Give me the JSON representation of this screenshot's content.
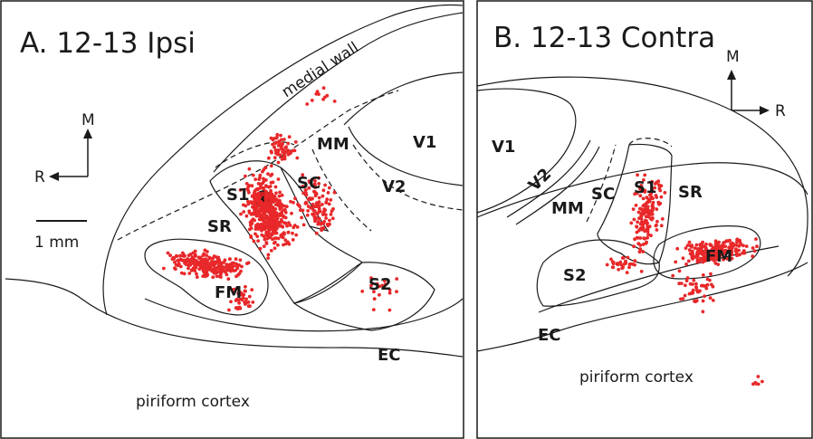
{
  "panel_a": {
    "title": "A. 12-13 Ipsi",
    "labels": {
      "medial_wall": "medial wall",
      "mm": "MM",
      "v1": "V1",
      "sc": "SC",
      "v2": "V2",
      "s1": "S1",
      "sr": "SR",
      "fm": "FM",
      "s2": "S2",
      "ec": "EC",
      "piriform": "piriform cortex"
    },
    "compass": {
      "m": "M",
      "r": "R"
    },
    "scale_bar": "1 mm"
  },
  "panel_b": {
    "title": "B. 12-13 Contra",
    "labels": {
      "v1": "V1",
      "v2": "V2",
      "mm": "MM",
      "sc": "SC",
      "s1": "S1",
      "sr": "SR",
      "fm": "FM",
      "s2": "S2",
      "ec": "EC",
      "piriform": "piriform cortex"
    },
    "compass": {
      "m": "M",
      "r": "R"
    }
  },
  "colors": {
    "cell_dots": "#e8282a",
    "injection_site": "#cc1f1f",
    "outlines": "#1a1a1a"
  }
}
